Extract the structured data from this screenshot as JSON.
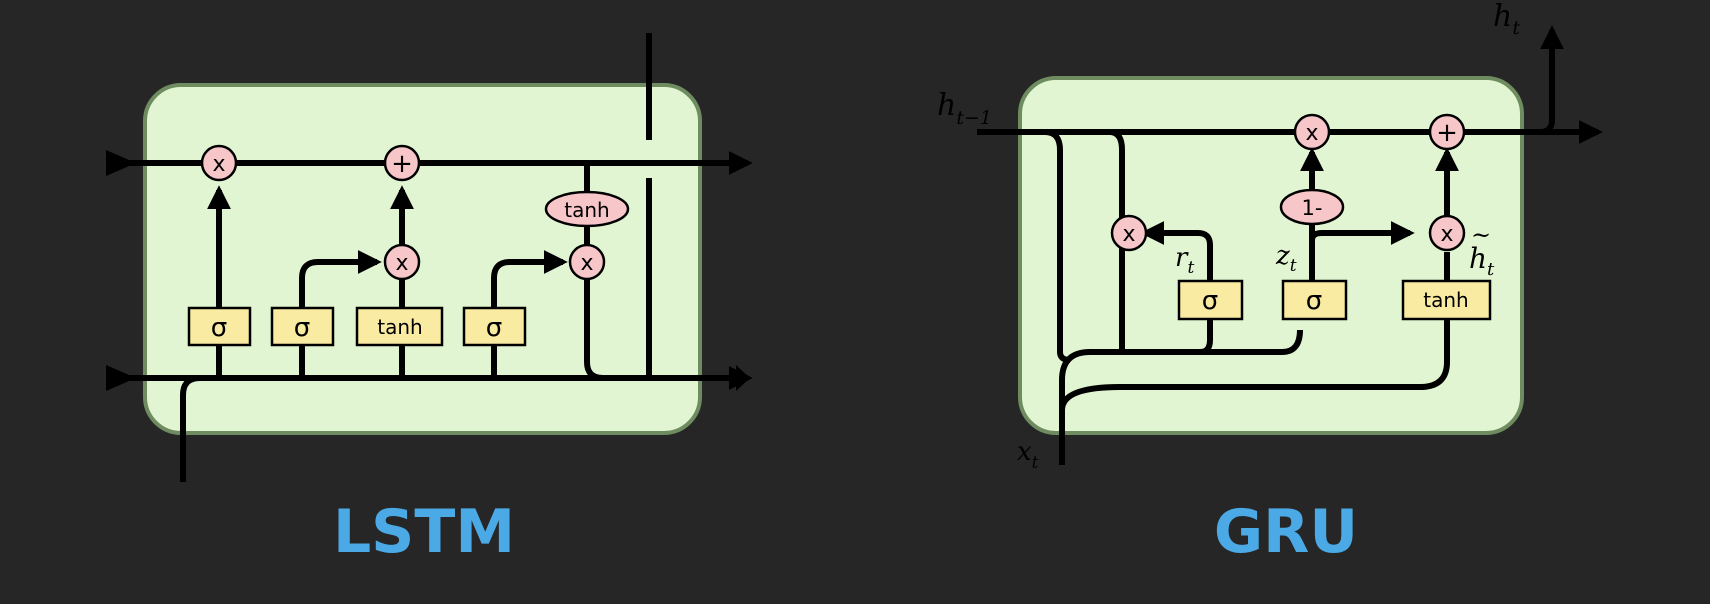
{
  "lstm": {
    "caption": "LSTM",
    "ops": {
      "mult1": "x",
      "add": "+",
      "mult2": "x",
      "mult3": "x"
    },
    "gates": [
      "σ",
      "σ",
      "tanh",
      "σ"
    ],
    "cell_tanh": "tanh"
  },
  "gru": {
    "caption": "GRU",
    "labels": {
      "h_prev_base": "h",
      "h_prev_sub": "t−1",
      "h_out_base": "h",
      "h_out_sub": "t",
      "x_base": "x",
      "x_sub": "t",
      "r_base": "r",
      "r_sub": "t",
      "z_base": "z",
      "z_sub": "t",
      "htilde_base": "h",
      "htilde_sub": "t",
      "htilde_accent": "~"
    },
    "ops": {
      "mult_top": "x",
      "add_top": "+",
      "one_minus": "1-",
      "mult_reset": "x",
      "mult_cand": "x"
    },
    "gates": [
      "σ",
      "σ",
      "tanh"
    ]
  },
  "colors": {
    "background": "#262626",
    "cell_fill": "#e2f5d3",
    "cell_border": "#6e8c5f",
    "gate_fill": "#f9eba1",
    "op_fill": "#f7c6c8",
    "line": "#000000",
    "caption": "#4ba9e6"
  }
}
